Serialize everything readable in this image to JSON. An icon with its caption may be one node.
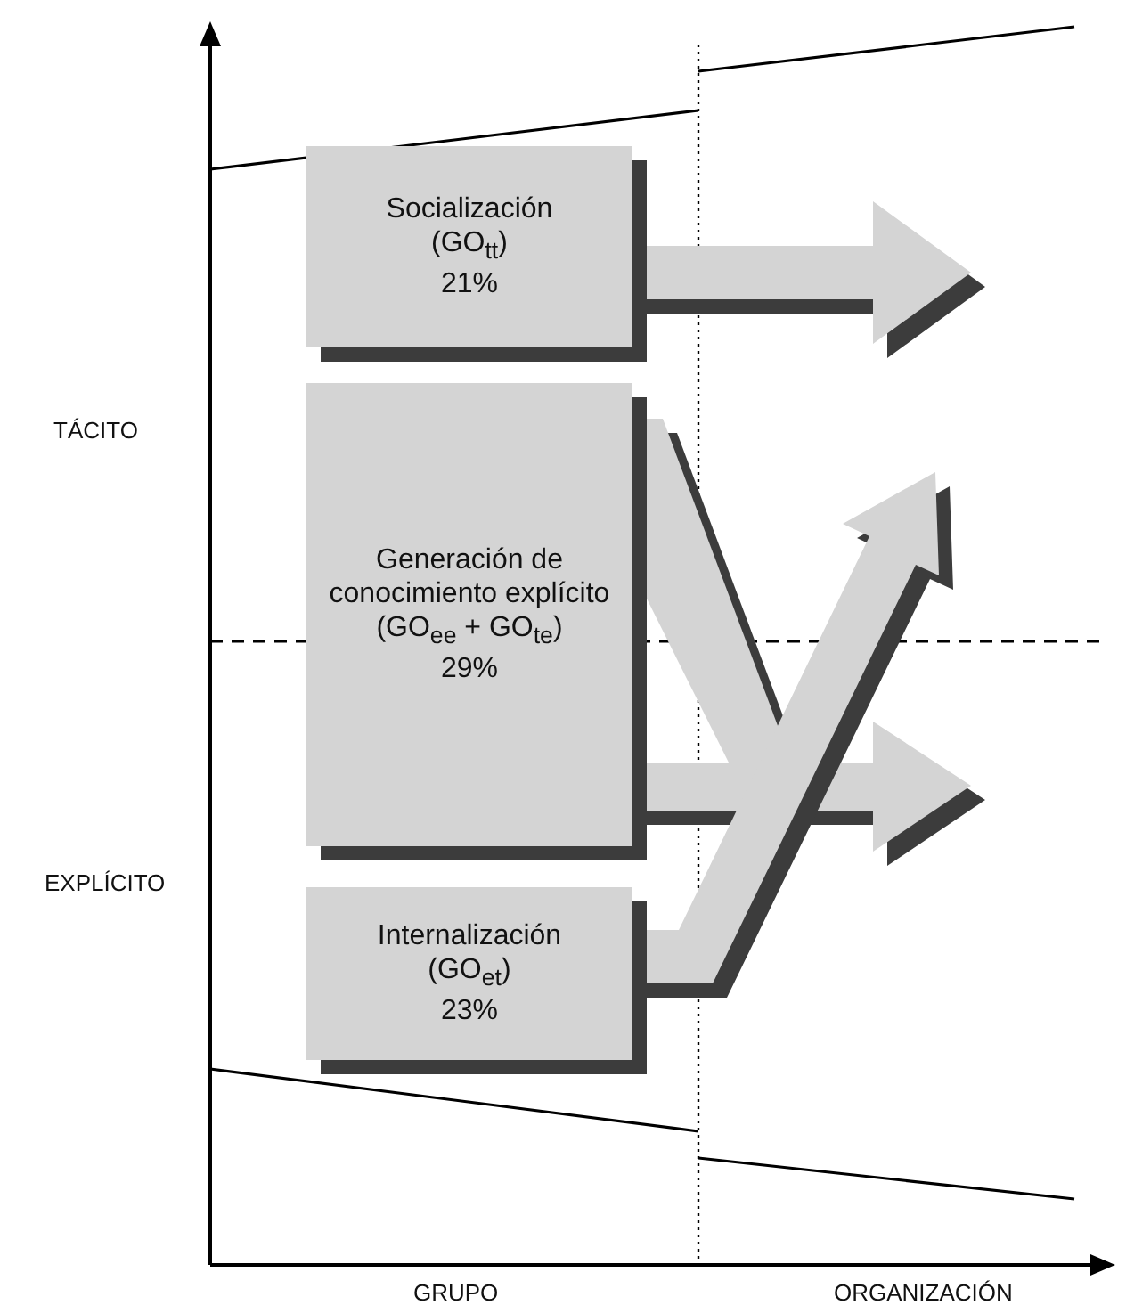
{
  "diagram": {
    "nodes": [
      {
        "text": [
          "Socialización",
          "(GO$_{tt}$)",
          "21%"
        ]
      },
      {
        "text": [
          "Generación de conocimiento explícito",
          "(GO$_{ee}$ + GO$_{te}$)",
          "29%"
        ]
      },
      {
        "text": [
          "Internalización",
          "(GO$_{et}$)",
          "23%"
        ]
      }
    ],
    "edges": [
      {
        "from": 0,
        "to": null,
        "arrow": "to"
      },
      {
        "from": 1,
        "to": null,
        "arrow": "to"
      },
      {
        "from": 2,
        "to": null,
        "arrow": "to"
      }
    ],
    "labels": [
      "TÁCITO",
      "EXPLÍCITO",
      "GRUPO",
      "ORGANIZACIÓN"
    ]
  }
}
